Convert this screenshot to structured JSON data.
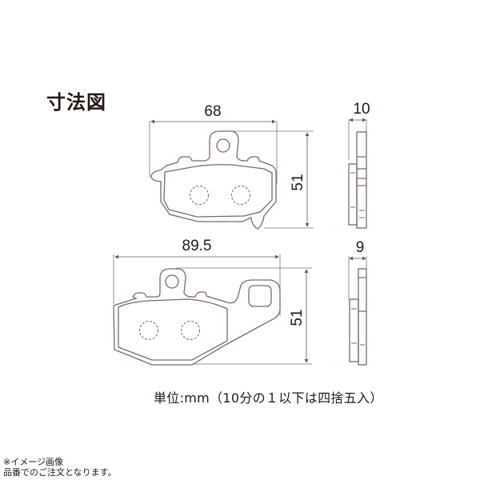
{
  "title": "寸法図",
  "pads": [
    {
      "name": "upper-pad",
      "width_label": "68",
      "height_label": "51",
      "thickness_label": "10"
    },
    {
      "name": "lower-pad",
      "width_label": "89.5",
      "height_label": "51",
      "thickness_label": "9"
    }
  ],
  "unit_note": "単位:mm（10分の１以下は四捨五入）",
  "footnotes": [
    "※イメージ画像",
    "品番でのご注文となります。"
  ],
  "colors": {
    "outline": "#7a6a66",
    "dimension_line": "#5a5a5a",
    "text": "#231815"
  }
}
